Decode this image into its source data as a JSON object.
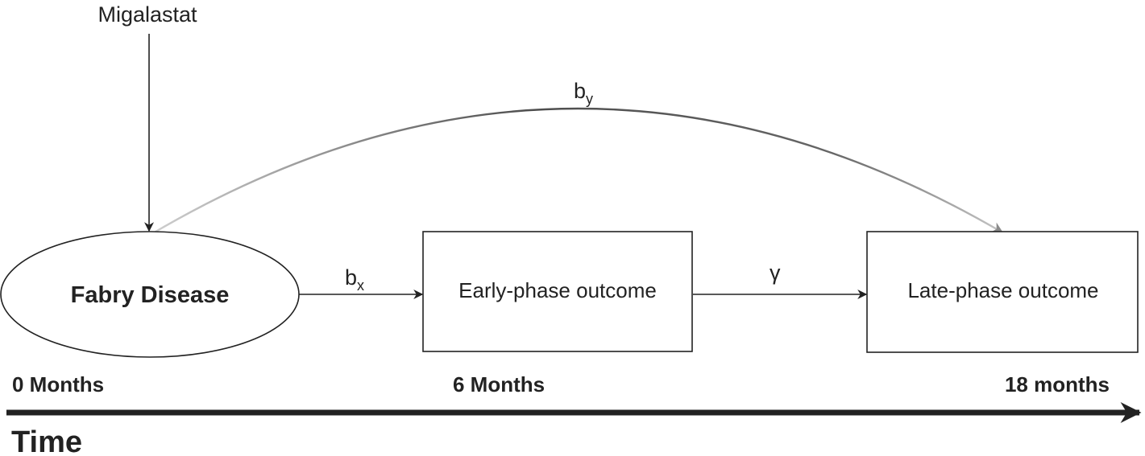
{
  "nodes": {
    "drug": "Migalastat",
    "disease": "Fabry Disease",
    "early": "Early-phase outcome",
    "late": "Late-phase outcome"
  },
  "edges": {
    "bx": {
      "base": "b",
      "sub": "x"
    },
    "by": {
      "base": "b",
      "sub": "y"
    },
    "gamma": "γ"
  },
  "timeline": {
    "t0": "0 Months",
    "t6": "6 Months",
    "t18": "18 months",
    "axis_label": "Time"
  },
  "colors": {
    "stroke": "#222222",
    "curve_light": "#cfcfcf",
    "curve_dark": "#555555"
  }
}
